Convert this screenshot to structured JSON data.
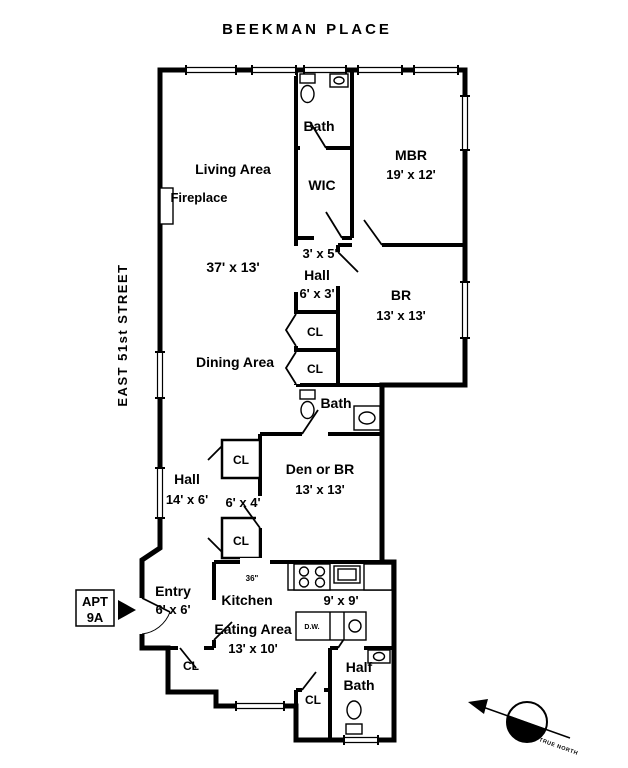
{
  "page": {
    "title": "BEEKMAN PLACE",
    "street": "EAST 51st STREET"
  },
  "apt_tag": {
    "line1": "APT",
    "line2": "9A"
  },
  "labels": {
    "cl": "CL"
  },
  "rooms": {
    "bath_top": "Bath",
    "living": {
      "name": "Living Area",
      "dims": "37' x 13'"
    },
    "fireplace": "Fireplace",
    "wic": "WIC",
    "mbr": {
      "name": "MBR",
      "dims": "19' x 12'"
    },
    "passage_mbr": "3' x 5'",
    "hall_upper": {
      "name": "Hall",
      "dims": "6' x 3'"
    },
    "br": {
      "name": "BR",
      "dims": "13' x 13'"
    },
    "dining": "Dining Area",
    "bath_mid": "Bath",
    "den": {
      "name": "Den or BR",
      "dims": "13' x 13'"
    },
    "hall_lower": {
      "name": "Hall",
      "dims": "14' x 6'"
    },
    "passage_den": "6' x 4'",
    "entry": {
      "name": "Entry",
      "dims": "6' x 6'"
    },
    "kitchen": {
      "name": "Kitchen",
      "dims": "9' x 9'"
    },
    "eating": {
      "name": "Eating Area",
      "dims": "13' x 10'"
    },
    "half_bath": {
      "line1": "Half",
      "line2": "Bath"
    }
  },
  "annotations": {
    "doorway_width": "36\"",
    "dishwasher": "D.W."
  },
  "compass": {
    "label": "TRUE NORTH"
  }
}
